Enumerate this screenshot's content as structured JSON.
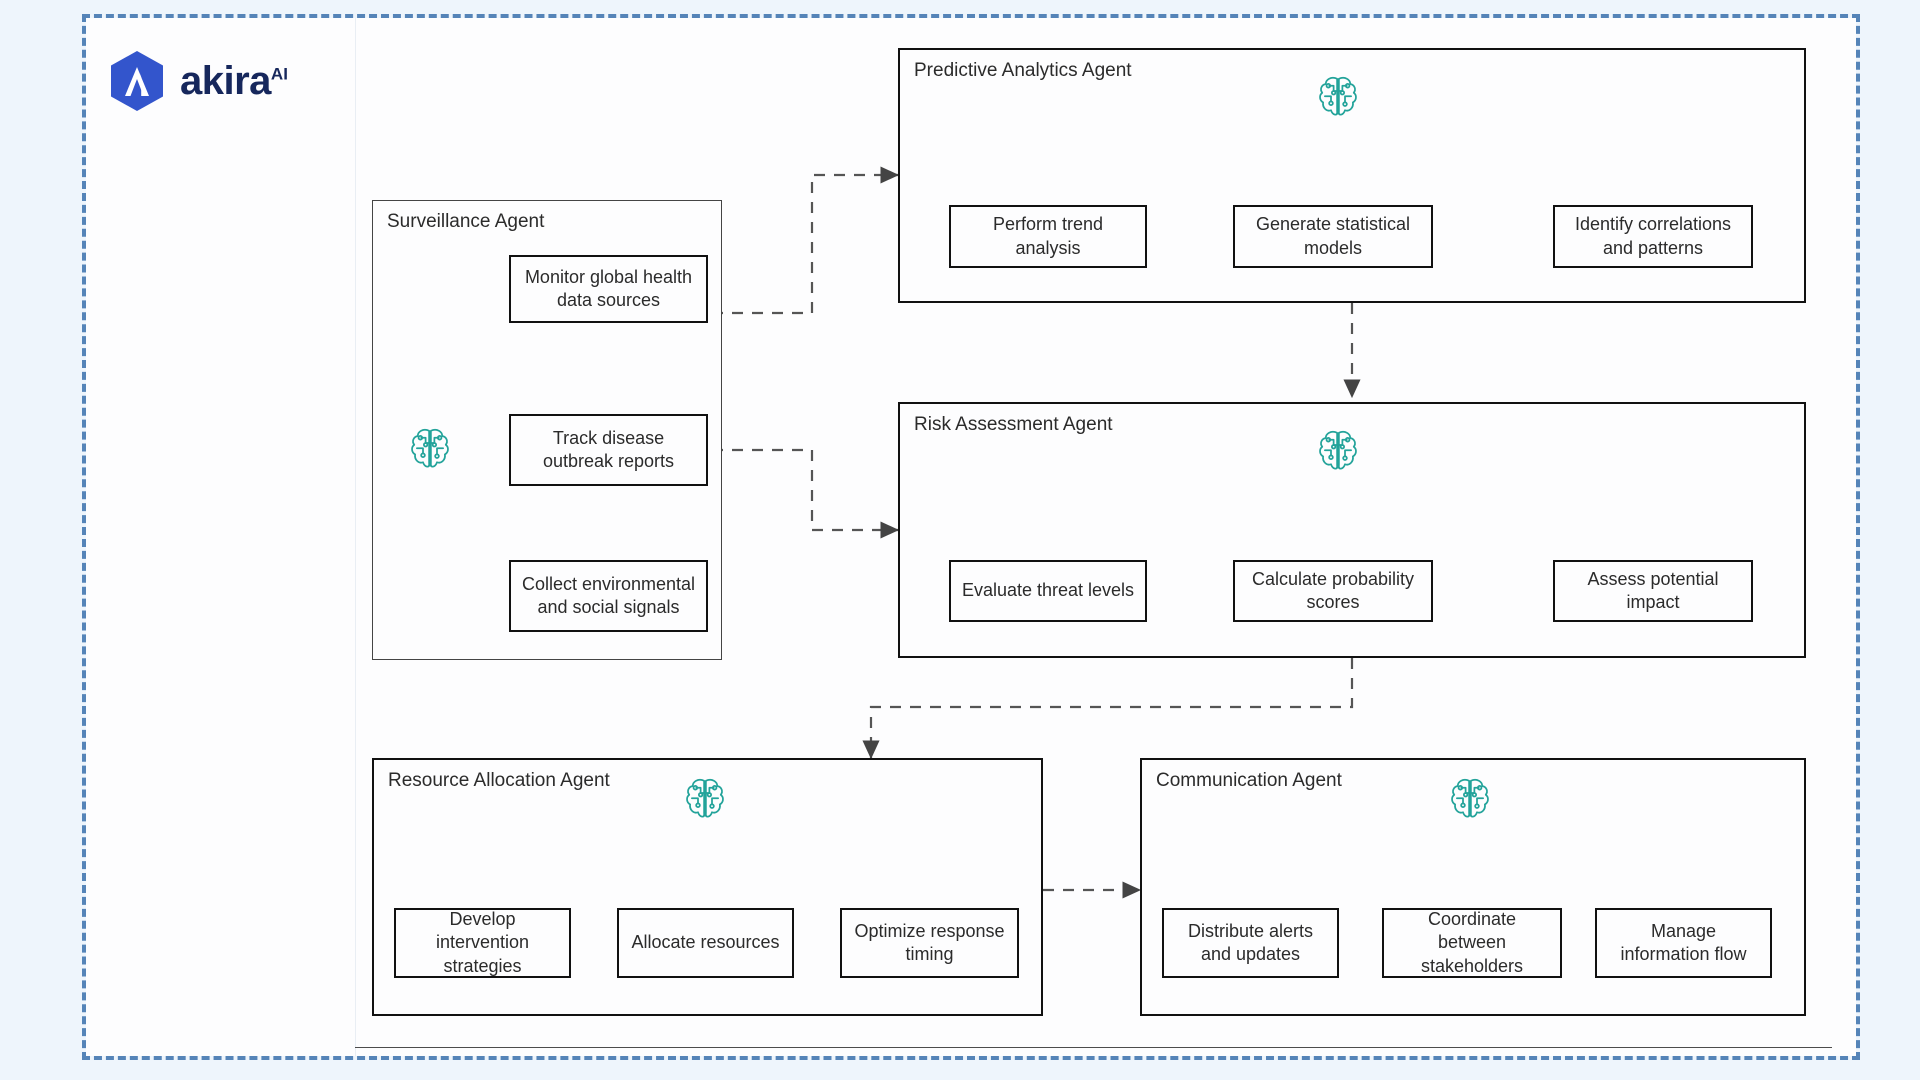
{
  "brand": {
    "name": "akira",
    "superscript": "AI",
    "logo_icon": "akira-hexagon-logo",
    "logo_color": "#3355cc",
    "text_color": "#16275c"
  },
  "theme": {
    "page_background": "#eef5fc",
    "canvas_background": "#fdfdfe",
    "frame_border": "#5584b8",
    "box_border": "#111111",
    "text": "#2b2b2b",
    "brain_icon": "#23a39a",
    "connector_solid": "#333333",
    "connector_dashed": "#555555"
  },
  "diagram": {
    "type": "agent-workflow-diagram",
    "agents": [
      {
        "id": "surveillance",
        "title": "Surveillance Agent",
        "icon": "brain-circuit-icon",
        "tasks": [
          "Monitor global health data sources",
          "Track disease outbreak reports",
          "Collect environmental and social signals"
        ]
      },
      {
        "id": "predictive-analytics",
        "title": "Predictive Analytics Agent",
        "icon": "brain-circuit-icon",
        "tasks": [
          "Perform trend analysis",
          "Generate statistical models",
          "Identify correlations and patterns"
        ]
      },
      {
        "id": "risk-assessment",
        "title": "Risk Assessment Agent",
        "icon": "brain-circuit-icon",
        "tasks": [
          "Evaluate threat levels",
          "Calculate probability scores",
          "Assess potential impact"
        ]
      },
      {
        "id": "resource-allocation",
        "title": "Resource Allocation Agent",
        "icon": "brain-circuit-icon",
        "tasks": [
          "Develop intervention strategies",
          "Allocate resources",
          "Optimize response timing"
        ]
      },
      {
        "id": "communication",
        "title": "Communication Agent",
        "icon": "brain-circuit-icon",
        "tasks": [
          "Distribute alerts and updates",
          "Coordinate between stakeholders",
          "Manage information flow"
        ]
      }
    ],
    "connections": [
      {
        "from": "surveillance",
        "to": "predictive-analytics",
        "style": "dashed"
      },
      {
        "from": "surveillance",
        "to": "risk-assessment",
        "style": "dashed"
      },
      {
        "from": "predictive-analytics",
        "to": "risk-assessment",
        "style": "dashed"
      },
      {
        "from": "risk-assessment",
        "to": "resource-allocation",
        "style": "dashed"
      },
      {
        "from": "resource-allocation",
        "to": "communication",
        "style": "dashed"
      }
    ]
  }
}
